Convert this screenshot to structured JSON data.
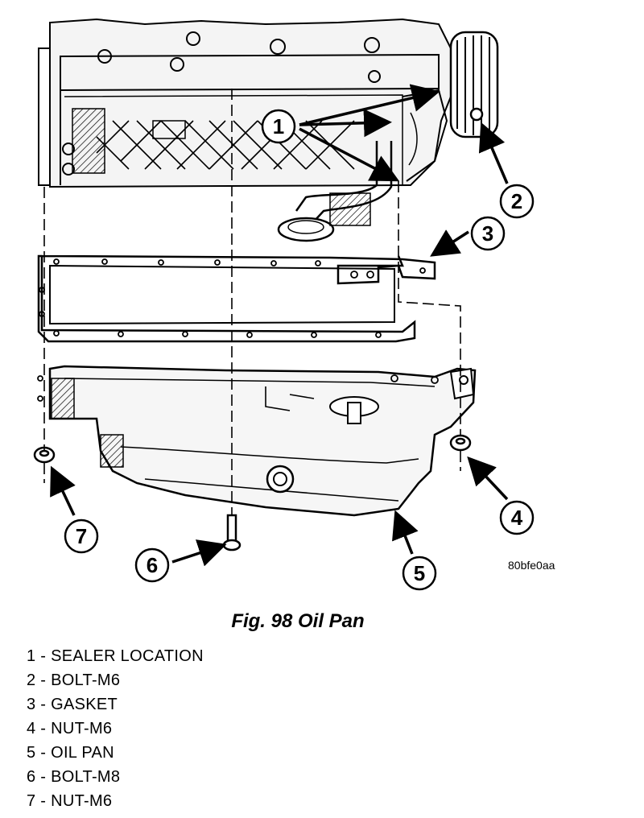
{
  "figure": {
    "code": "80bfe0aa",
    "caption": "Fig. 98 Oil Pan"
  },
  "callouts": [
    {
      "number": "1"
    },
    {
      "number": "2"
    },
    {
      "number": "3"
    },
    {
      "number": "4"
    },
    {
      "number": "5"
    },
    {
      "number": "6"
    },
    {
      "number": "7"
    }
  ],
  "legend": [
    "1 - SEALER LOCATION",
    "2 - BOLT-M6",
    "3 - GASKET",
    "4 - NUT-M6",
    "5 - OIL PAN",
    "6 - BOLT-M8",
    "7 - NUT-M6"
  ]
}
